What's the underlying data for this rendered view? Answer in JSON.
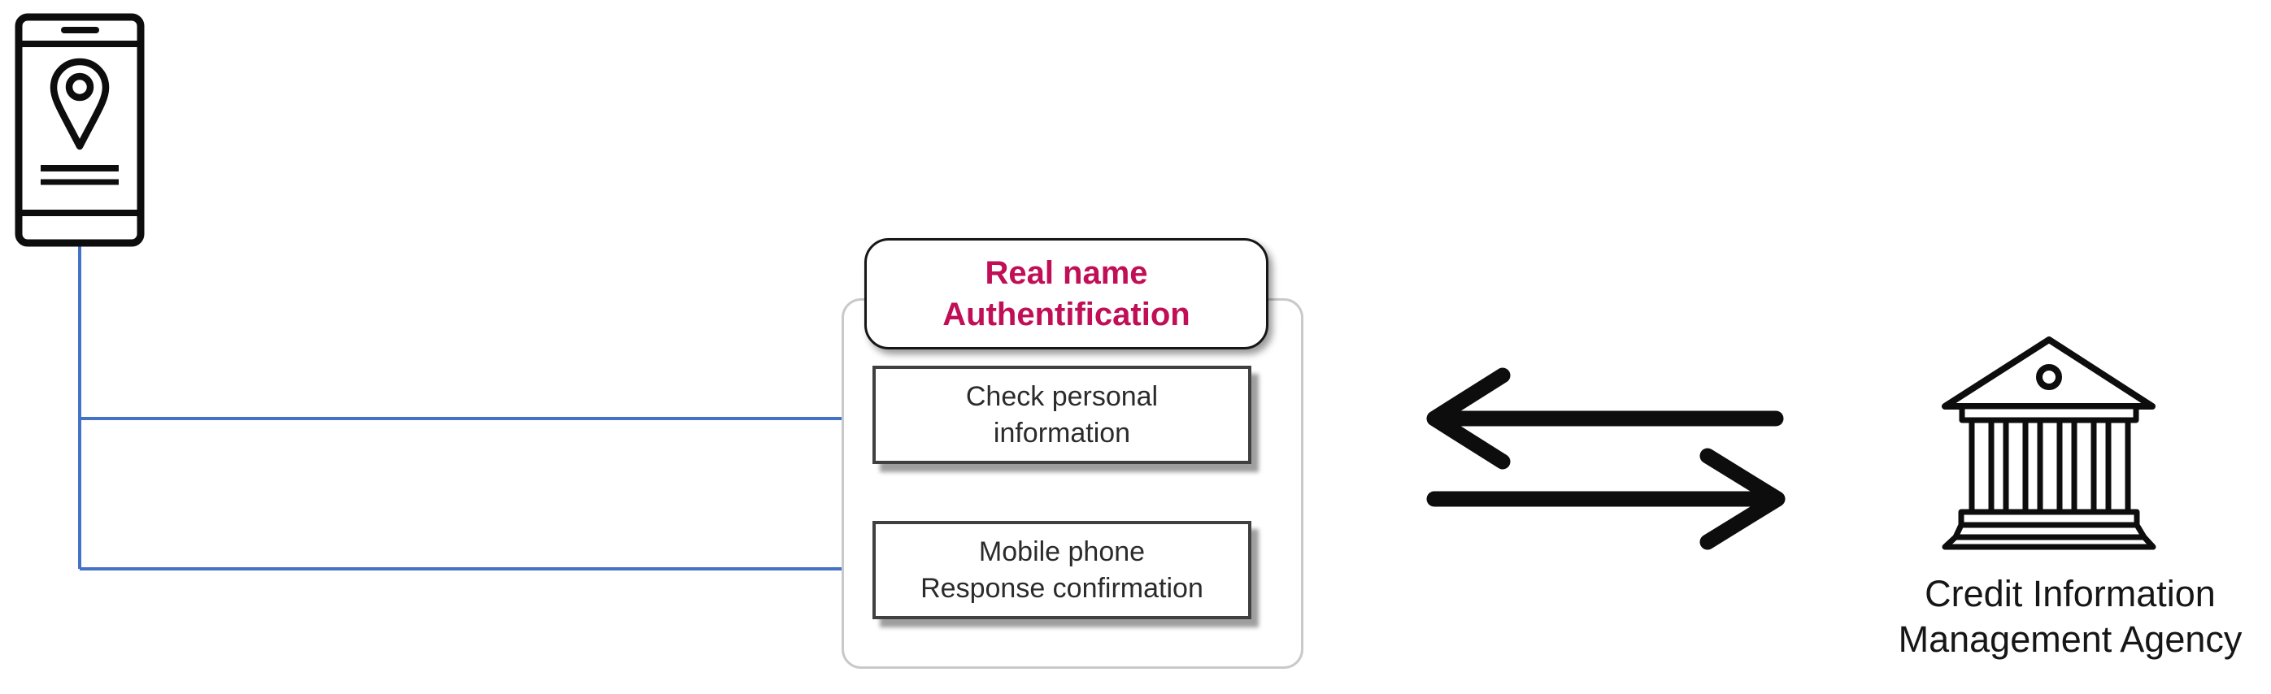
{
  "phone": {
    "icon": "smartphone-location-icon"
  },
  "auth": {
    "title_line1": "Real name",
    "title_line2": "Authentification",
    "steps": [
      {
        "line1": "Check personal",
        "line2": "information"
      },
      {
        "line1": "Mobile phone",
        "line2": "Response confirmation"
      }
    ]
  },
  "exchange": {
    "icon": "bidirectional-exchange-arrows"
  },
  "agency": {
    "icon": "bank-icon",
    "label_line1": "Credit Information",
    "label_line2": "Management Agency"
  },
  "colors": {
    "title_pink": "#C00F56",
    "connector_blue": "#4472C4",
    "ink_black": "#0D0D0D",
    "step_border_gray": "#404040",
    "frame_border_gray": "#C9C9C9"
  }
}
